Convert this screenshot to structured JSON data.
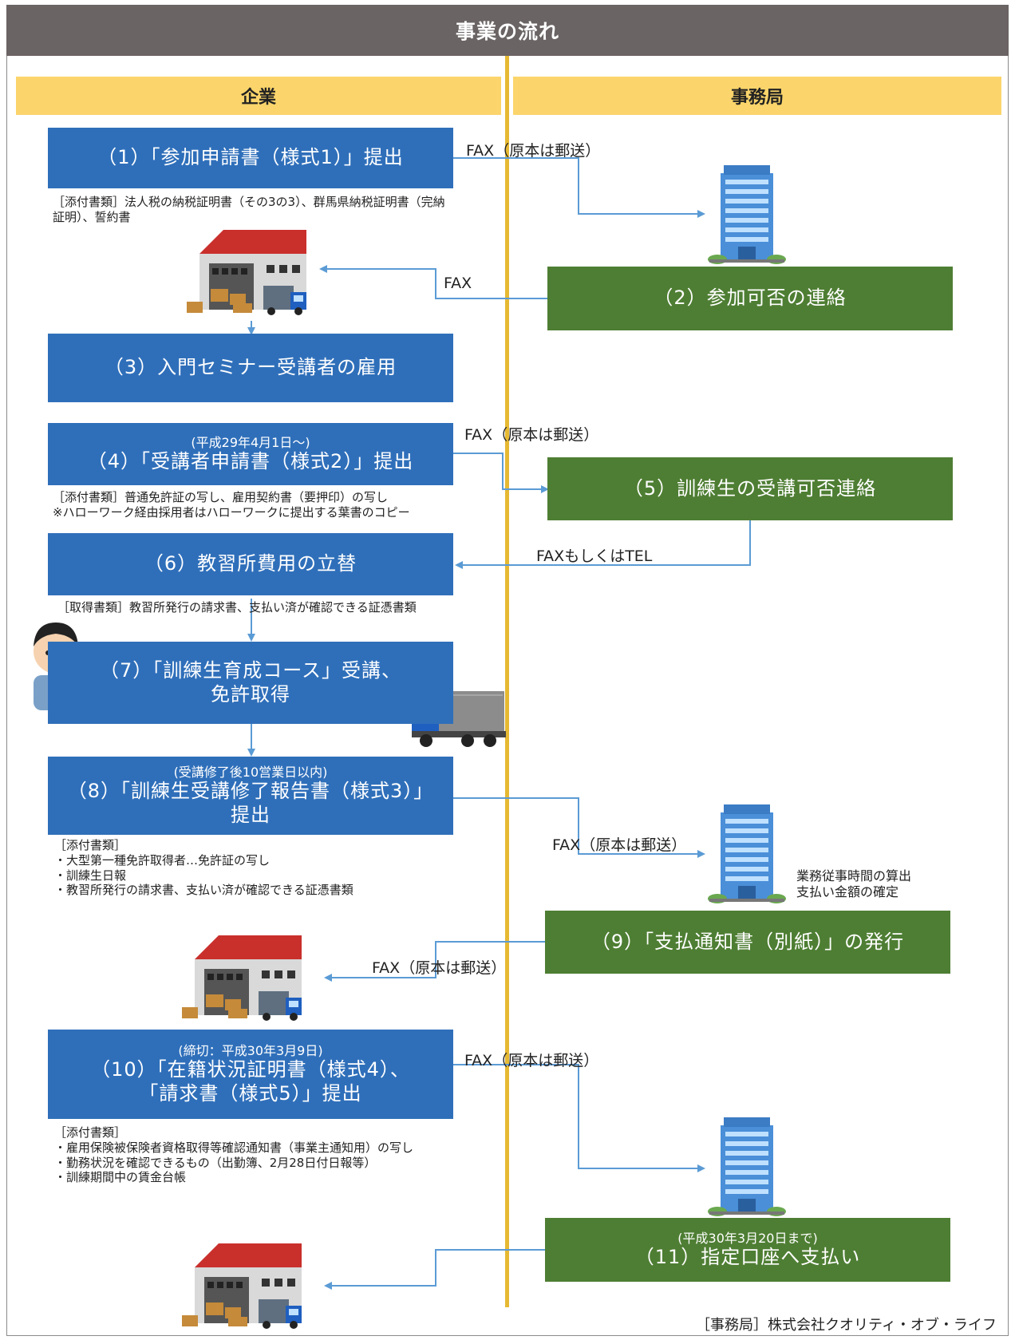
{
  "title": "事業の流れ",
  "columns": {
    "left": "企業",
    "right": "事務局"
  },
  "steps": {
    "s1": {
      "main": "（1）「参加申請書（様式1）」提出"
    },
    "s1_note": "［添付書類］法人税の納税証明書（その3の3）、群馬県納税証明書（完納\n証明）、誓約書",
    "s2": {
      "main": "（2）参加可否の連絡"
    },
    "s3": {
      "main": "（3）入門セミナー受講者の雇用"
    },
    "s4": {
      "sub": "(平成29年4月1日～)",
      "main": "（4）「受講者申請書（様式2）」提出"
    },
    "s4_note": "［添付書類］普通免許証の写し、雇用契約書（要押印）の写し\n※ハローワーク経由採用者はハローワークに提出する葉書のコピー",
    "s5": {
      "main": "（5）訓練生の受講可否連絡"
    },
    "s6": {
      "main": "（6）教習所費用の立替"
    },
    "s6_note": "［取得書類］教習所発行の請求書、支払い済が確認できる証憑書類",
    "s7": {
      "main1": "（7）「訓練生育成コース」受講、",
      "main2": "免許取得"
    },
    "s8": {
      "sub": "(受講修了後10営業日以内)",
      "main1": "（8）「訓練生受講修了報告書（様式3）」",
      "main2": "提出"
    },
    "s8_note": "［添付書類］\n・大型第一種免許取得者…免許証の写し\n・訓練生日報\n・教習所発行の請求書、支払い済が確認できる証憑書類",
    "s9_pre": "業務従事時間の算出\n支払い金額の確定",
    "s9": {
      "main": "（9）「支払通知書（別紙）」の発行"
    },
    "s10": {
      "sub": "(締切：平成30年3月9日)",
      "main1": "（10）「在籍状況証明書（様式4）、",
      "main2": "「請求書（様式5）」提出"
    },
    "s10_note": "［添付書類］\n・雇用保険被保険者資格取得等確認通知書（事業主通知用）の写し\n・勤務状況を確認できるもの（出勤簿、2月28日付日報等）\n・訓練期間中の賃金台帳",
    "s11": {
      "sub": "(平成30年3月20日まで)",
      "main": "（11）指定口座へ支払い"
    }
  },
  "labels": {
    "l1": "FAX（原本は郵送）",
    "l2": "FAX",
    "l3": "FAX（原本は郵送）",
    "l4": "FAXもしくはTEL",
    "l5": "FAX（原本は郵送）",
    "l6": "FAX（原本は郵送）",
    "l7": "FAX（原本は郵送）"
  },
  "credit": "［事務局］株式会社クオリティ・オブ・ライフ",
  "colors": {
    "header": "#6b6464",
    "column_head": "#fbd56b",
    "divider": "#e6b933",
    "company_box": "#2f6fba",
    "office_box": "#4e7e33",
    "arrow": "#5b9bd5"
  },
  "icons": [
    "office-building-icon",
    "warehouse-icon",
    "worker-icon",
    "truck-icon"
  ]
}
